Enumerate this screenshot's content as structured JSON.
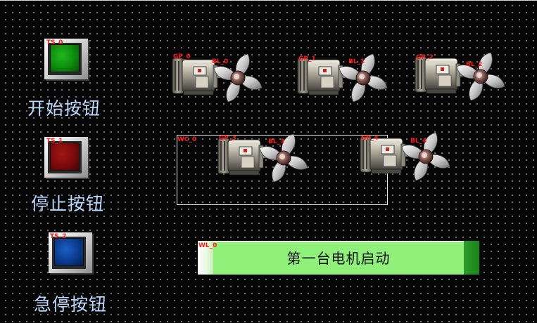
{
  "buttons": [
    {
      "tag": "TS_0",
      "label": "开始按钮",
      "color": "#0d8a0d"
    },
    {
      "tag": "TS_1",
      "label": "停止按钮",
      "color": "#7a0a0a"
    },
    {
      "tag": "TS_2",
      "label": "急停按钮",
      "color": "#0a3a8c"
    }
  ],
  "units": [
    {
      "gp": "GP_0",
      "bl": "BL_0"
    },
    {
      "gp": "GP_1",
      "bl": "BL_1"
    },
    {
      "gp": "GP_2",
      "bl": "BL_2"
    },
    {
      "gp": "GP_3",
      "bl": "BL_3"
    },
    {
      "gp": "GP_4",
      "bl": "BL_4"
    }
  ],
  "group": {
    "tag": "WC_0"
  },
  "status": {
    "tag": "WL_0",
    "text": "第一台电机启动"
  },
  "colors": {
    "background": "#050505",
    "tag_red": "#ff1a1a",
    "label_blue": "#b9d9ff",
    "status_green": "#8ff07a"
  }
}
